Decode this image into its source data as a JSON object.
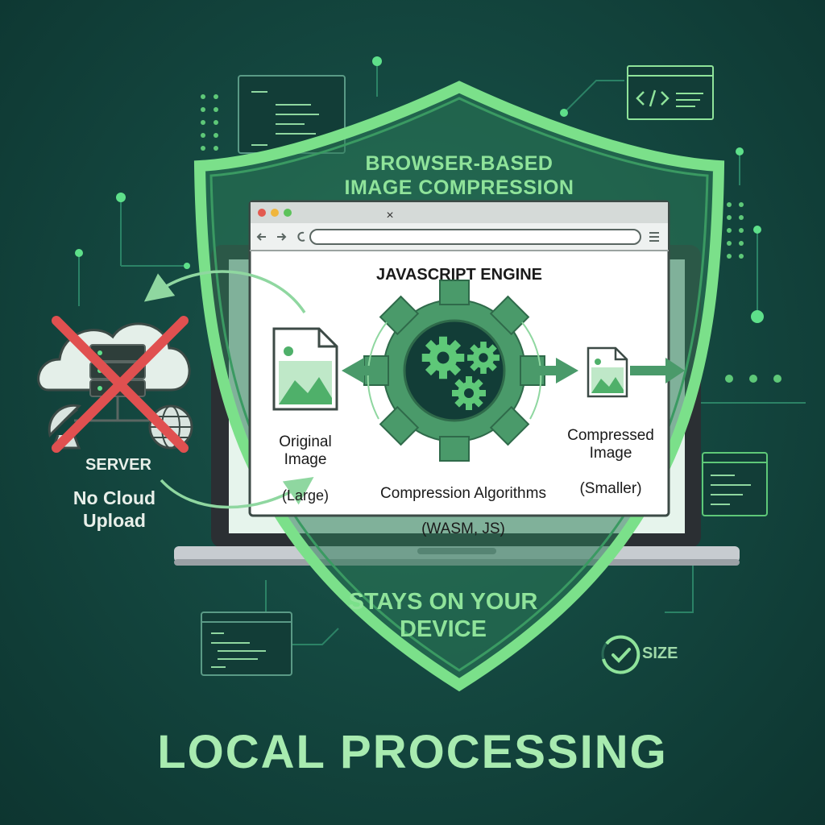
{
  "colors": {
    "accent_green": "#5ec878",
    "bright_green": "#8fe39a",
    "gear_green": "#4a9a6a",
    "background": "#154a42",
    "panel_dark": "#123d37",
    "cross_red": "#e05050"
  },
  "shield": {
    "heading": "BROWSER-BASED\nIMAGE COMPRESSION",
    "footer": "STAYS ON YOUR\nDEVICE"
  },
  "browser": {
    "close_glyph": "×",
    "engine_label": "JAVASCRIPT ENGINE",
    "original": {
      "title": "Original\nImage",
      "note": "(Large)"
    },
    "compressed": {
      "title": "Compressed\nImage",
      "note": "(Smaller)"
    },
    "algorithms": {
      "title": "Compression Algorithms",
      "note": "(WASM, JS)"
    }
  },
  "server": {
    "label": "SERVER",
    "note": "No Cloud\nUpload"
  },
  "size_badge": {
    "label": "SIZE"
  },
  "bottom_title": "LOCAL PROCESSING",
  "icons": [
    "cloud-server-icon",
    "satellite-dish-icon",
    "globe-icon",
    "image-file-icon",
    "gear-icon",
    "check-icon",
    "code-window-icon"
  ]
}
